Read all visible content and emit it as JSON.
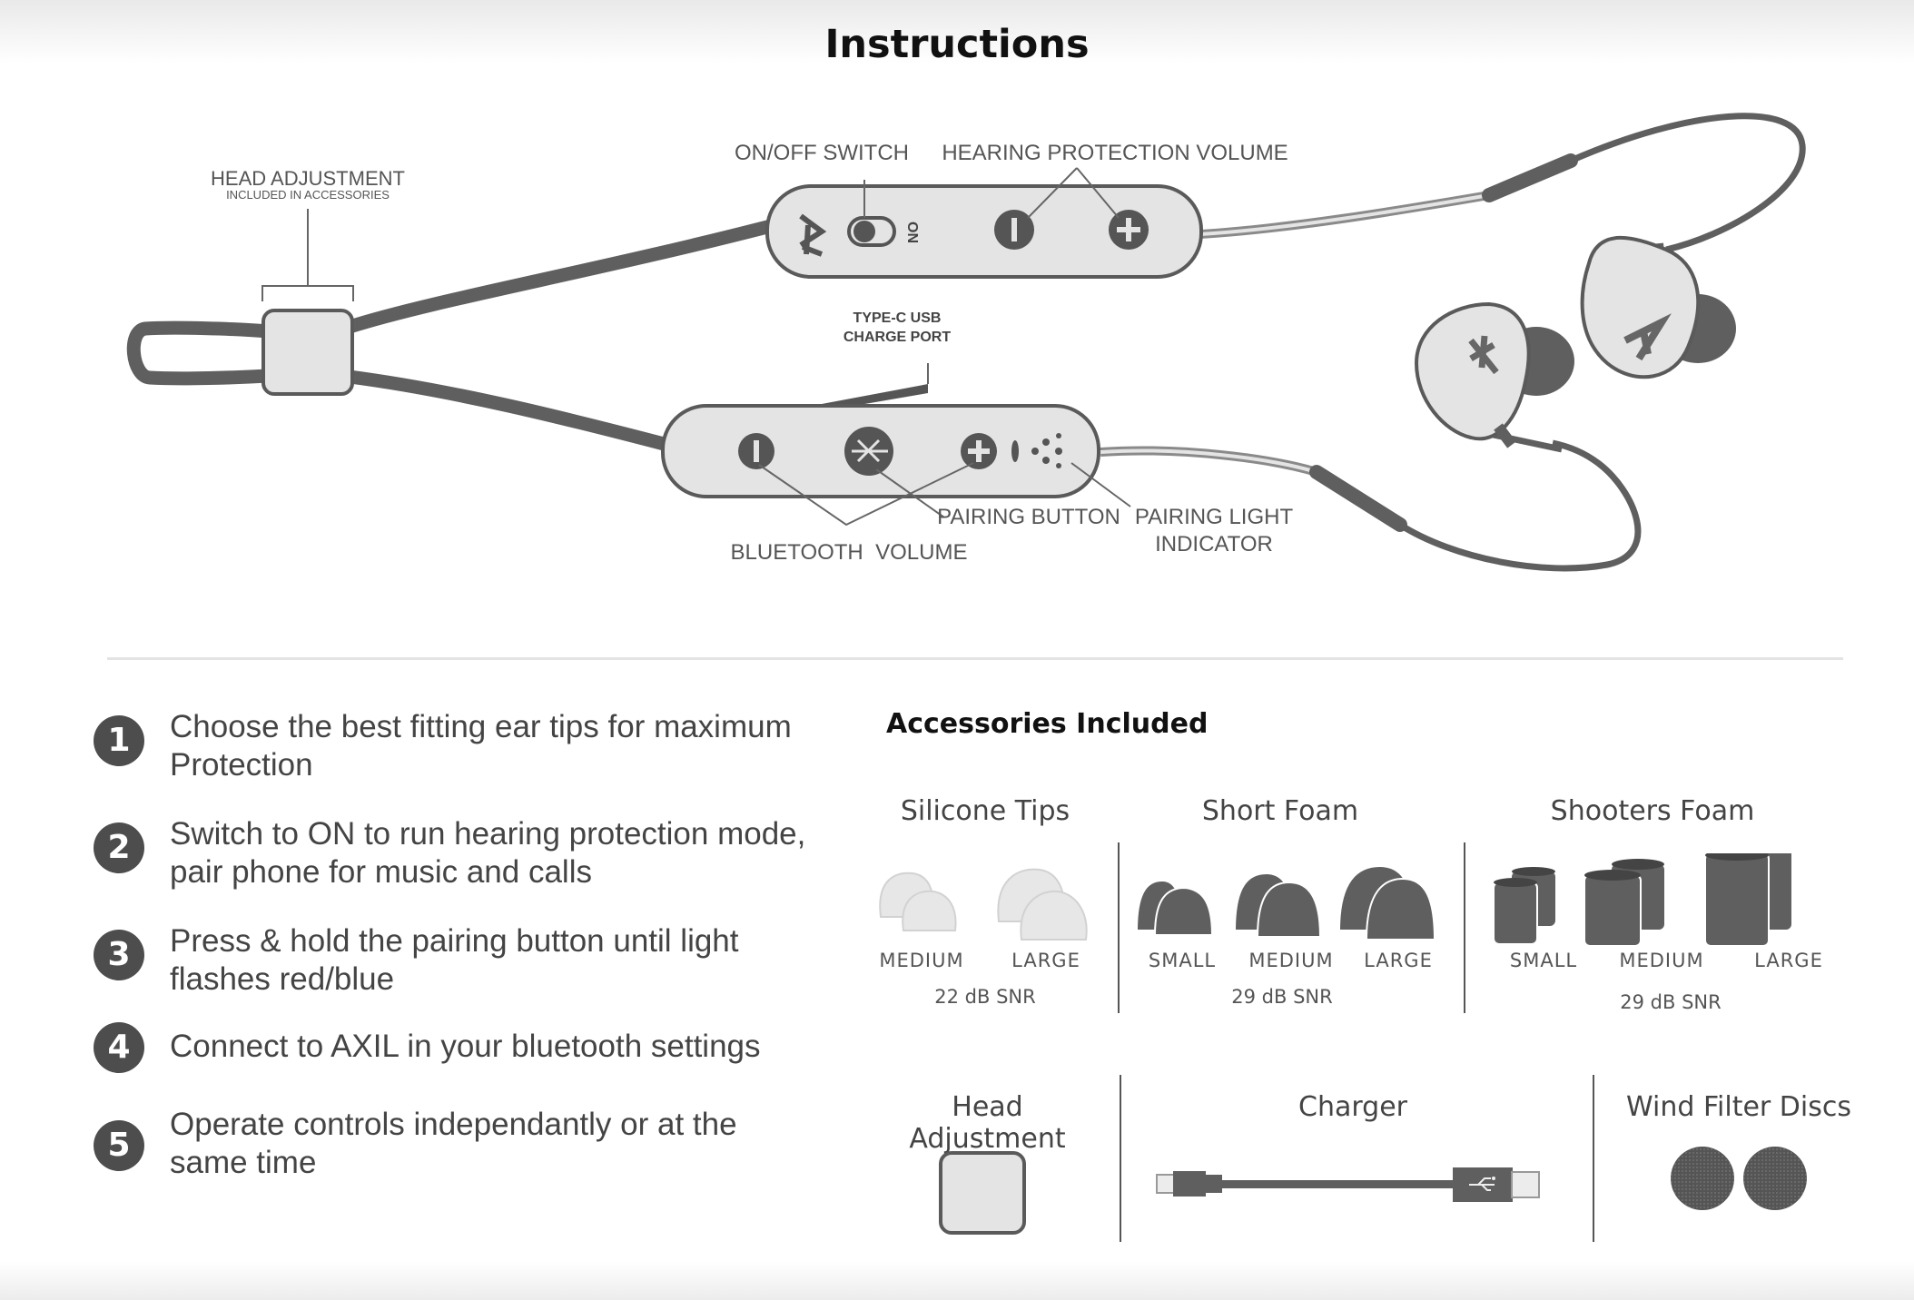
{
  "title": "Instructions",
  "diagram": {
    "head_adjustment": "HEAD ADJUSTMENT",
    "head_adjustment_note": "INCLUDED IN ACCESSORIES",
    "on_off_switch": "ON/OFF SWITCH",
    "on_text": "ON",
    "hearing_protection_volume": "HEARING PROTECTION VOLUME",
    "charge_port_line1": "TYPE-C USB",
    "charge_port_line2": "CHARGE PORT",
    "pairing_button": "PAIRING BUTTON",
    "pairing_light_line1": "PAIRING LIGHT",
    "pairing_light_line2": "INDICATOR",
    "bluetooth_volume": "BLUETOOTH  VOLUME"
  },
  "steps": [
    {
      "number": "1",
      "text": "Choose the best fitting ear tips for maximum Protection"
    },
    {
      "number": "2",
      "text": "Switch to ON to run hearing protection mode, pair phone for music and calls"
    },
    {
      "number": "3",
      "text": "Press & hold the pairing button until light flashes red/blue"
    },
    {
      "number": "4",
      "text": "Connect to AXIL in your bluetooth settings"
    },
    {
      "number": "5",
      "text": "Operate controls independantly or at the same time"
    }
  ],
  "accessories": {
    "title": "Accessories Included",
    "silicone": {
      "label": "Silicone Tips",
      "sizes": [
        "MEDIUM",
        "LARGE"
      ],
      "snr": "22 dB SNR"
    },
    "short_foam": {
      "label": "Short Foam",
      "sizes": [
        "SMALL",
        "MEDIUM",
        "LARGE"
      ],
      "snr": "29 dB SNR"
    },
    "shooters_foam": {
      "label": "Shooters Foam",
      "sizes": [
        "SMALL",
        "MEDIUM",
        "LARGE"
      ],
      "snr": "29 dB SNR"
    },
    "head_adjustment": "Head Adjustment",
    "charger": "Charger",
    "wind_filter": "Wind Filter Discs"
  },
  "colors": {
    "device_fill": "#e4e4e4",
    "device_stroke": "#5a5a5a",
    "cord": "#5f5f5f",
    "step_badge": "#4d4d4d"
  }
}
